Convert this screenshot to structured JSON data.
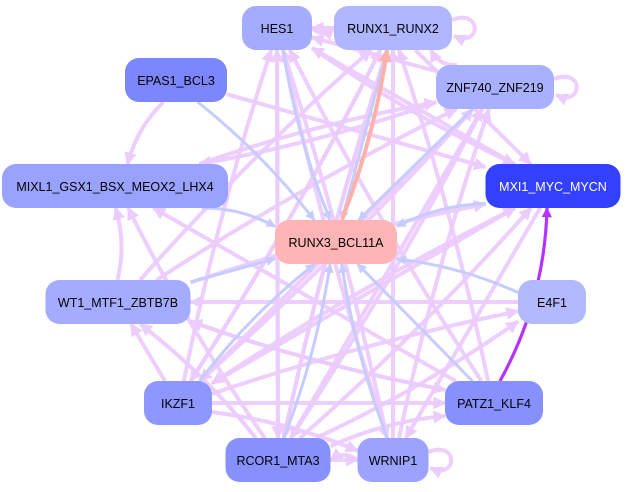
{
  "diagram": {
    "type": "directed-network",
    "edge_colors": {
      "default": "#eccbff",
      "light_blue": "#c6ccff",
      "salmon": "#ffb0a8",
      "strong_purple": "#b533ff"
    },
    "nodes": [
      {
        "id": "HES1",
        "label": "HES1",
        "fill": "#a4acff",
        "text": "#000000"
      },
      {
        "id": "RUNX1_RUNX2",
        "label": "RUNX1_RUNX2",
        "fill": "#b0b6ff",
        "text": "#000000"
      },
      {
        "id": "EPAS1_BCL3",
        "label": "EPAS1_BCL3",
        "fill": "#7c86ff",
        "text": "#000000"
      },
      {
        "id": "ZNF740_ZNF219",
        "label": "ZNF740_ZNF219",
        "fill": "#a9b0ff",
        "text": "#000000"
      },
      {
        "id": "MIXL1",
        "label": "MIXL1_GSX1_BSX_MEOX2_LHX4",
        "fill": "#9aa2ff",
        "text": "#000000"
      },
      {
        "id": "MXI1",
        "label": "MXI1_MYC_MYCN",
        "fill": "#3340ff",
        "text": "#ffffff"
      },
      {
        "id": "RUNX3",
        "label": "RUNX3_BCL11A",
        "fill": "#ffb5b5",
        "text": "#000000"
      },
      {
        "id": "WT1",
        "label": "WT1_MTF1_ZBTB7B",
        "fill": "#a4acff",
        "text": "#000000"
      },
      {
        "id": "E4F1",
        "label": "E4F1",
        "fill": "#b3b9ff",
        "text": "#000000"
      },
      {
        "id": "IKZF1",
        "label": "IKZF1",
        "fill": "#8e97ff",
        "text": "#000000"
      },
      {
        "id": "PATZ1",
        "label": "PATZ1_KLF4",
        "fill": "#8790ff",
        "text": "#000000"
      },
      {
        "id": "RCOR1",
        "label": "RCOR1_MTA3",
        "fill": "#8790ff",
        "text": "#000000"
      },
      {
        "id": "WRNIP1",
        "label": "WRNIP1",
        "fill": "#9ba3ff",
        "text": "#000000"
      }
    ],
    "edges": [
      {
        "from": "RUNX3",
        "to": "RUNX1_RUNX2",
        "color": "salmon"
      },
      {
        "from": "PATZ1",
        "to": "MXI1",
        "color": "strong_purple"
      },
      {
        "from": "HES1",
        "to": "RUNX3",
        "color": "light_blue"
      },
      {
        "from": "EPAS1_BCL3",
        "to": "RUNX3",
        "color": "light_blue"
      },
      {
        "from": "ZNF740_ZNF219",
        "to": "RUNX3",
        "color": "light_blue"
      },
      {
        "from": "MXI1",
        "to": "RUNX3",
        "color": "light_blue"
      },
      {
        "from": "MIXL1",
        "to": "RUNX3",
        "color": "light_blue"
      },
      {
        "from": "WT1",
        "to": "RUNX3",
        "color": "light_blue"
      },
      {
        "from": "E4F1",
        "to": "RUNX3",
        "color": "light_blue"
      },
      {
        "from": "IKZF1",
        "to": "RUNX3",
        "color": "light_blue"
      },
      {
        "from": "PATZ1",
        "to": "RUNX3",
        "color": "light_blue"
      },
      {
        "from": "RCOR1",
        "to": "RUNX3",
        "color": "light_blue"
      },
      {
        "from": "WRNIP1",
        "to": "RUNX3",
        "color": "light_blue"
      },
      {
        "from": "RUNX1_RUNX2",
        "to": "RUNX3",
        "color": "light_blue"
      },
      {
        "from": "IKZF1",
        "to": "HES1",
        "color": "default"
      },
      {
        "from": "RCOR1",
        "to": "HES1",
        "color": "default"
      },
      {
        "from": "WRNIP1",
        "to": "HES1",
        "color": "default"
      },
      {
        "from": "PATZ1",
        "to": "HES1",
        "color": "default"
      },
      {
        "from": "MXI1",
        "to": "HES1",
        "color": "default"
      },
      {
        "from": "IKZF1",
        "to": "RUNX1_RUNX2",
        "color": "default"
      },
      {
        "from": "RCOR1",
        "to": "RUNX1_RUNX2",
        "color": "default"
      },
      {
        "from": "WRNIP1",
        "to": "RUNX1_RUNX2",
        "color": "default"
      },
      {
        "from": "PATZ1",
        "to": "RUNX1_RUNX2",
        "color": "default"
      },
      {
        "from": "WT1",
        "to": "RUNX1_RUNX2",
        "color": "default"
      },
      {
        "from": "ZNF740_ZNF219",
        "to": "HES1",
        "color": "default"
      },
      {
        "from": "EPAS1_BCL3",
        "to": "MIXL1",
        "color": "default"
      },
      {
        "from": "ZNF740_ZNF219",
        "to": "MIXL1",
        "color": "default"
      },
      {
        "from": "EPAS1_BCL3",
        "to": "MXI1",
        "color": "default"
      },
      {
        "from": "HES1",
        "to": "MXI1",
        "color": "default"
      },
      {
        "from": "WT1",
        "to": "MXI1",
        "color": "default"
      },
      {
        "from": "IKZF1",
        "to": "MXI1",
        "color": "default"
      },
      {
        "from": "RCOR1",
        "to": "MXI1",
        "color": "default"
      },
      {
        "from": "WRNIP1",
        "to": "ZNF740_ZNF219",
        "color": "default"
      },
      {
        "from": "RCOR1",
        "to": "ZNF740_ZNF219",
        "color": "default"
      },
      {
        "from": "IKZF1",
        "to": "ZNF740_ZNF219",
        "color": "default"
      },
      {
        "from": "MIXL1",
        "to": "ZNF740_ZNF219",
        "color": "default"
      },
      {
        "from": "IKZF1",
        "to": "WT1",
        "color": "default"
      },
      {
        "from": "RCOR1",
        "to": "WT1",
        "color": "default"
      },
      {
        "from": "PATZ1",
        "to": "WT1",
        "color": "default"
      },
      {
        "from": "E4F1",
        "to": "WT1",
        "color": "default"
      },
      {
        "from": "WT1",
        "to": "MIXL1",
        "color": "default"
      },
      {
        "from": "RCOR1",
        "to": "MIXL1",
        "color": "default"
      },
      {
        "from": "PATZ1",
        "to": "MIXL1",
        "color": "default"
      },
      {
        "from": "RCOR1",
        "to": "E4F1",
        "color": "default"
      },
      {
        "from": "IKZF1",
        "to": "E4F1",
        "color": "default"
      },
      {
        "from": "HES1",
        "to": "RCOR1",
        "color": "default"
      },
      {
        "from": "RUNX1_RUNX2",
        "to": "RCOR1",
        "color": "default"
      },
      {
        "from": "ZNF740_ZNF219",
        "to": "RCOR1",
        "color": "default"
      },
      {
        "from": "MXI1",
        "to": "WRNIP1",
        "color": "default"
      },
      {
        "from": "HES1",
        "to": "WRNIP1",
        "color": "default"
      },
      {
        "from": "RUNX1_RUNX2",
        "to": "IKZF1",
        "color": "default"
      },
      {
        "from": "ZNF740_ZNF219",
        "to": "IKZF1",
        "color": "default"
      },
      {
        "from": "MXI1",
        "to": "IKZF1",
        "color": "default"
      },
      {
        "from": "RCOR1",
        "to": "PATZ1",
        "color": "default"
      },
      {
        "from": "IKZF1",
        "to": "PATZ1",
        "color": "default"
      },
      {
        "from": "WT1",
        "to": "PATZ1",
        "color": "default"
      },
      {
        "from": "IKZF1",
        "to": "WRNIP1",
        "color": "default"
      },
      {
        "from": "RCOR1",
        "to": "WRNIP1",
        "color": "default"
      },
      {
        "from": "WRNIP1",
        "to": "RCOR1",
        "color": "default"
      },
      {
        "from": "RUNX1_RUNX2",
        "to": "RUNX1_RUNX2",
        "color": "default",
        "self": true
      },
      {
        "from": "ZNF740_ZNF219",
        "to": "ZNF740_ZNF219",
        "color": "default",
        "self": true
      },
      {
        "from": "WRNIP1",
        "to": "WRNIP1",
        "color": "default",
        "self": true
      },
      {
        "from": "WT1",
        "to": "ZNF740_ZNF219",
        "color": "default"
      },
      {
        "from": "RUNX1_RUNX2",
        "to": "HES1",
        "color": "default"
      },
      {
        "from": "HES1",
        "to": "RUNX1_RUNX2",
        "color": "default"
      },
      {
        "from": "ZNF740_ZNF219",
        "to": "RUNX1_RUNX2",
        "color": "default"
      },
      {
        "from": "RUNX1_RUNX2",
        "to": "MXI1",
        "color": "default"
      }
    ]
  }
}
